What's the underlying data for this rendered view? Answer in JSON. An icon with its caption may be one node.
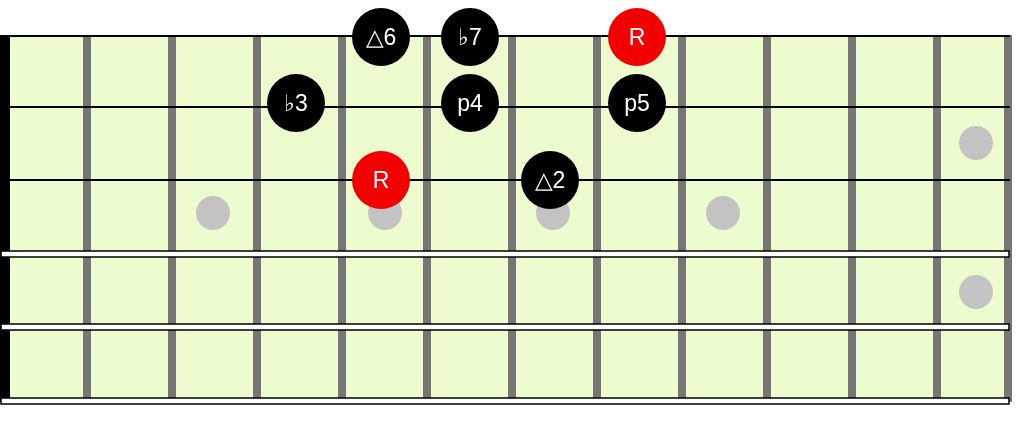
{
  "diagram": {
    "nodes": [
      {
        "text": [
          "△6"
        ]
      },
      {
        "text": [
          "♭7"
        ]
      },
      {
        "text": [
          "R"
        ]
      },
      {
        "text": [
          "♭3"
        ]
      },
      {
        "text": [
          "p4"
        ]
      },
      {
        "text": [
          "p5"
        ]
      },
      {
        "text": [
          "R"
        ]
      },
      {
        "text": [
          "△2"
        ]
      }
    ]
  }
}
